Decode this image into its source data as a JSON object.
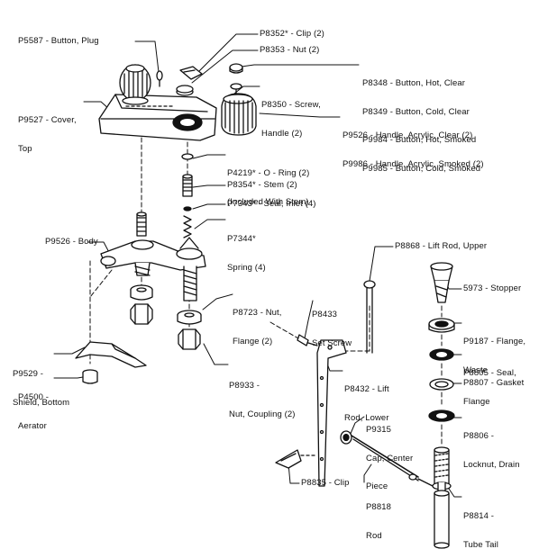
{
  "labels": {
    "p5587": "P5587 - Button, Plug",
    "p9527_1": "P9527 - Cover,",
    "p9527_2": "Top",
    "p8352": "P8352* - Clip (2)",
    "p8353": "P8353 - Nut (2)",
    "p8348": "P8348 - Button, Hot, Clear",
    "p8349": "P8349 - Button, Cold, Clear",
    "p9984": "P9984 - Button, Hot, Smoked",
    "p9985": "P9985 - Button, Cold, Smoked",
    "p8350_1": "P8350 - Screw,",
    "p8350_2": "Handle (2)",
    "p9526h": "P9526 - Handle, Acrylic, Clear (2)",
    "p9986": "P9986 - Handle, Acrylic, Smoked (2)",
    "p4219_1": "P4219* - O - Ring (2)",
    "p4219_2": "(Included With Stem)",
    "p8354": "P8354* - Stem (2)",
    "p7343": "P7343* - Seal, Inlet (4)",
    "p7344_1": "P7344*",
    "p7344_2": "Spring (4)",
    "p9526b": "P9526 - Body",
    "p8868": "P8868 - Lift Rod, Upper",
    "p5973": "5973 - Stopper",
    "p8433_1": "P8433",
    "p8433_2": "Set Screw",
    "p8723_1": "P8723 - Nut,",
    "p8723_2": "Flange (2)",
    "p9187_1": "P9187 - Flange,",
    "p9187_2": "Waste",
    "p8805_1": "P8805 - Seal,",
    "p8805_2": "Flange",
    "p8807": "P8807 - Gasket",
    "p9529_1": "P9529 -",
    "p9529_2": "Shield, Bottom",
    "p4500_1": "P4500 -",
    "p4500_2": "Aerator",
    "p8933_1": "P8933 -",
    "p8933_2": "Nut, Coupling (2)",
    "p8432_1": "P8432 - Lift",
    "p8432_2": "Rod, Lower",
    "p8806_1": "P8806 -",
    "p8806_2": "Locknut, Drain",
    "p9315_1": "P9315",
    "p9315_2": "Cap, Center",
    "p9315_3": "Piece",
    "p8835": "P8835 - Clip",
    "p8818_1": "P8818",
    "p8818_2": "Rod",
    "p8814_1": "P8814 -",
    "p8814_2": "Tube Tail"
  }
}
